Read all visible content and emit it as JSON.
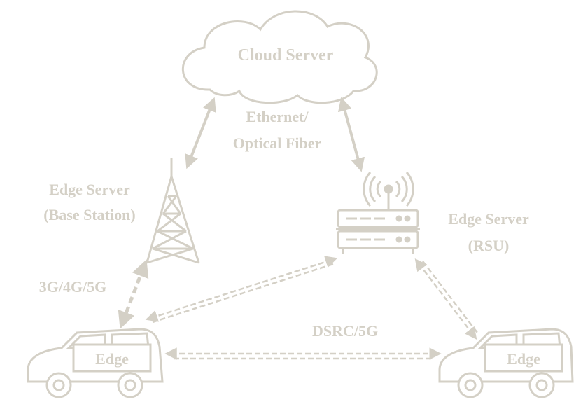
{
  "colors": {
    "stroke": "#d4d0c6",
    "text": "#d4d0c6",
    "background": "#ffffff"
  },
  "nodes": {
    "cloud": {
      "label": "Cloud Server"
    },
    "base_station": {
      "label_line1": "Edge Server",
      "label_line2": "(Base Station)"
    },
    "rsu": {
      "label_line1": "Edge Server",
      "label_line2": "(RSU)"
    },
    "left_vehicle": {
      "label": "Edge"
    },
    "right_vehicle": {
      "label": "Edge"
    }
  },
  "links": {
    "backhaul": {
      "line1": "Ethernet/",
      "line2": "Optical Fiber"
    },
    "cellular": {
      "label": "3G/4G/5G"
    },
    "v2v": {
      "label": "DSRC/5G"
    }
  },
  "icons": [
    "cloud-icon",
    "antenna-tower-icon",
    "router-icon",
    "wifi-signal-icon",
    "car-icon"
  ]
}
